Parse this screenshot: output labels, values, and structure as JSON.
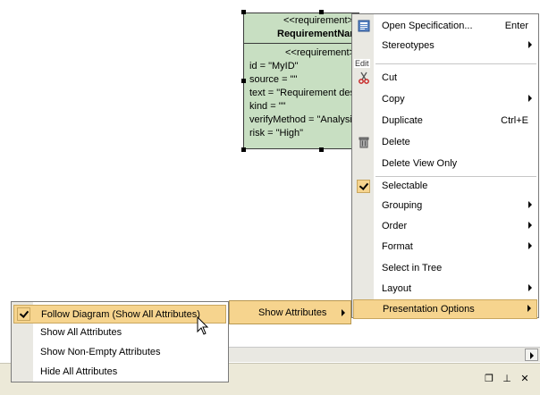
{
  "requirement": {
    "stereotype": "<<requirement>>",
    "name": "RequirementName",
    "compartment_stereotype": "<<requirement>>",
    "attributes": [
      "id = \"MyID\"",
      "source = \"\"",
      "text = \"Requirement description\"",
      "kind = \"\"",
      "verifyMethod = \"Analysis\"",
      "risk = \"High\""
    ]
  },
  "context_menu": {
    "group_label": "Edit",
    "items": [
      {
        "label": "Open Specification...",
        "shortcut": "Enter"
      },
      {
        "label": "Stereotypes"
      },
      {
        "label": "Cut"
      },
      {
        "label": "Copy"
      },
      {
        "label": "Duplicate",
        "shortcut": "Ctrl+E"
      },
      {
        "label": "Delete"
      },
      {
        "label": "Delete View Only"
      },
      {
        "label": "Selectable"
      },
      {
        "label": "Grouping"
      },
      {
        "label": "Order"
      },
      {
        "label": "Format"
      },
      {
        "label": "Select in Tree"
      },
      {
        "label": "Layout"
      },
      {
        "label": "Presentation Options"
      }
    ]
  },
  "show_attributes": {
    "label": "Show Attributes"
  },
  "submenu": {
    "items": [
      {
        "label": "Follow Diagram (Show All Attributes)"
      },
      {
        "label": "Show All Attributes"
      },
      {
        "label": "Show Non-Empty Attributes"
      },
      {
        "label": "Hide All Attributes"
      }
    ]
  },
  "colors": {
    "highlight": "#f6d48e",
    "requirement_fill": "#c8dfc2"
  },
  "icons": [
    "specification-icon",
    "cut-icon",
    "delete-icon",
    "checkmark-icon",
    "submenu-arrow-icon",
    "cursor-icon",
    "restore-icon",
    "pin-icon",
    "close-icon"
  ]
}
